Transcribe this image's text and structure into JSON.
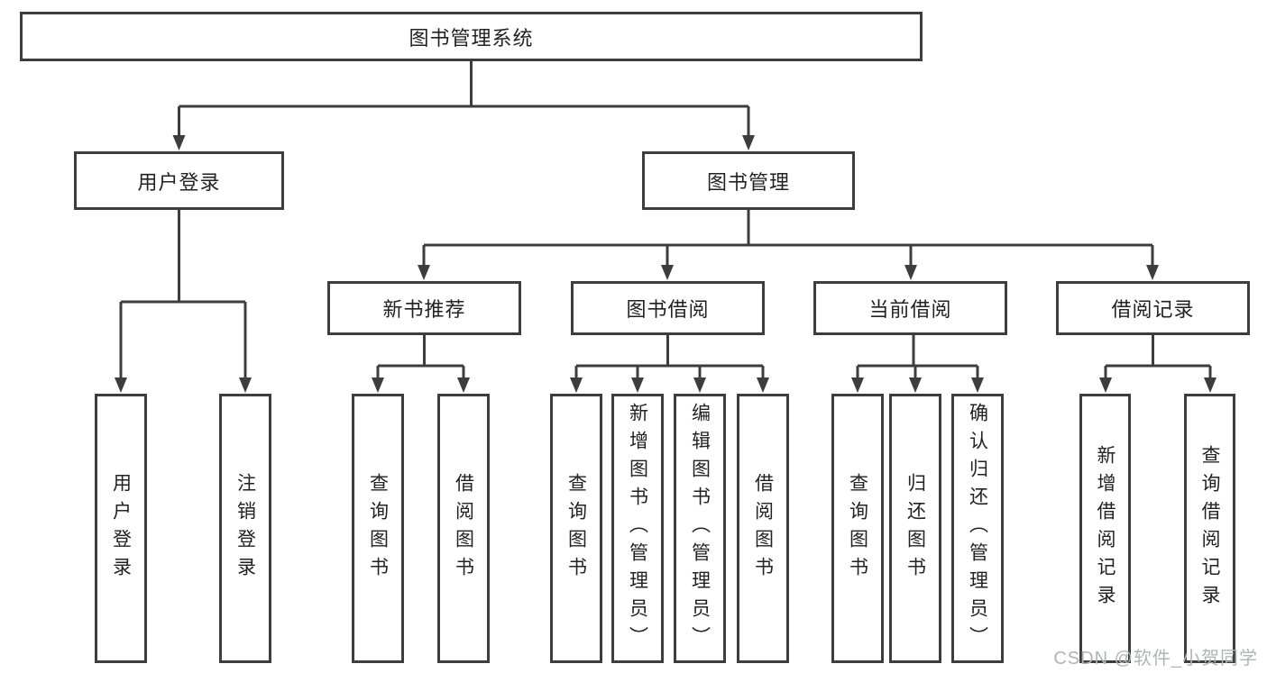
{
  "diagram_title": "图书管理系统",
  "nodes": {
    "root": {
      "label": "图书管理系统"
    },
    "level1": [
      {
        "id": "user-login",
        "label": "用户登录"
      },
      {
        "id": "book-management",
        "label": "图书管理"
      }
    ],
    "level2": [
      {
        "id": "new-book-recommend",
        "parent": "图书管理",
        "label": "新书推荐"
      },
      {
        "id": "book-borrowing",
        "parent": "图书管理",
        "label": "图书借阅"
      },
      {
        "id": "current-borrowing",
        "parent": "图书管理",
        "label": "当前借阅"
      },
      {
        "id": "borrowing-records",
        "parent": "图书管理",
        "label": "借阅记录"
      }
    ],
    "leaves": [
      {
        "parent": "用户登录",
        "label": "用户登录"
      },
      {
        "parent": "用户登录",
        "label": "注销登录"
      },
      {
        "parent": "新书推荐",
        "label": "查询图书"
      },
      {
        "parent": "新书推荐",
        "label": "借阅图书"
      },
      {
        "parent": "图书借阅",
        "label": "查询图书"
      },
      {
        "parent": "图书借阅",
        "label": "新增图书（管理员）"
      },
      {
        "parent": "图书借阅",
        "label": "编辑图书（管理员）"
      },
      {
        "parent": "图书借阅",
        "label": "借阅图书"
      },
      {
        "parent": "当前借阅",
        "label": "查询图书"
      },
      {
        "parent": "当前借阅",
        "label": "归还图书"
      },
      {
        "parent": "当前借阅",
        "label": "确认归还（管理员）"
      },
      {
        "parent": "借阅记录",
        "label": "新增借阅记录"
      },
      {
        "parent": "借阅记录",
        "label": "查询借阅记录"
      }
    ]
  },
  "watermark": {
    "text": "CSDN @软件_小贺同学"
  },
  "colors": {
    "background": "#ffffff",
    "box_border": "#3d3d3f",
    "connector_line": "#3d3d3f",
    "text": "#222224",
    "watermark": "#b1b3b5"
  }
}
